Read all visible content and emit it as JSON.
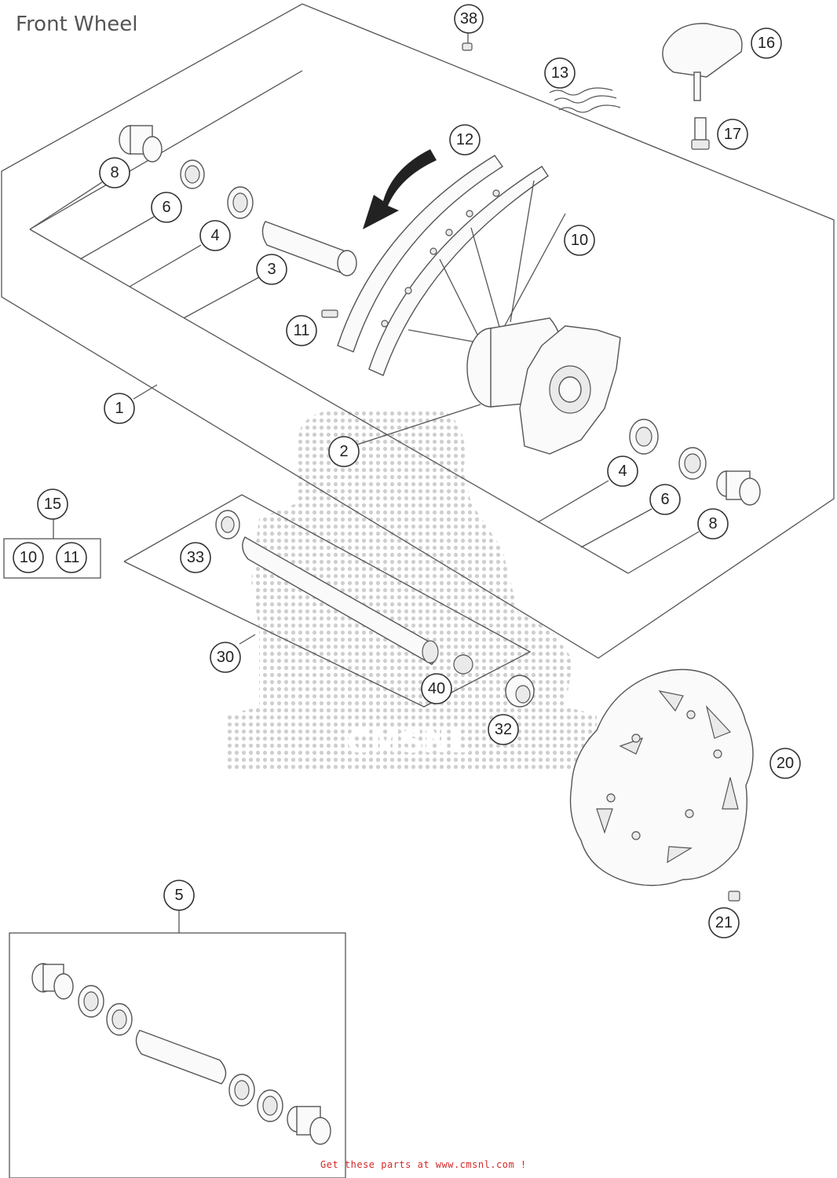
{
  "page_title": "Front Wheel",
  "footer_text": "Get these parts at www.cmsnl.com !",
  "watermark_text": "CMSNL",
  "callouts": [
    {
      "id": "c38",
      "label": "38"
    },
    {
      "id": "c16",
      "label": "16"
    },
    {
      "id": "c13",
      "label": "13"
    },
    {
      "id": "c17",
      "label": "17"
    },
    {
      "id": "c12",
      "label": "12"
    },
    {
      "id": "c8a",
      "label": "8"
    },
    {
      "id": "c6a",
      "label": "6"
    },
    {
      "id": "c4a",
      "label": "4"
    },
    {
      "id": "c3",
      "label": "3"
    },
    {
      "id": "c10a",
      "label": "10"
    },
    {
      "id": "c11a",
      "label": "11"
    },
    {
      "id": "c1",
      "label": "1"
    },
    {
      "id": "c2",
      "label": "2"
    },
    {
      "id": "c4b",
      "label": "4"
    },
    {
      "id": "c6b",
      "label": "6"
    },
    {
      "id": "c8b",
      "label": "8"
    },
    {
      "id": "c15",
      "label": "15"
    },
    {
      "id": "c10b",
      "label": "10"
    },
    {
      "id": "c11b",
      "label": "11"
    },
    {
      "id": "c33",
      "label": "33"
    },
    {
      "id": "c30",
      "label": "30"
    },
    {
      "id": "c40",
      "label": "40"
    },
    {
      "id": "c32",
      "label": "32"
    },
    {
      "id": "c20",
      "label": "20"
    },
    {
      "id": "c21",
      "label": "21"
    },
    {
      "id": "c5",
      "label": "5"
    }
  ]
}
